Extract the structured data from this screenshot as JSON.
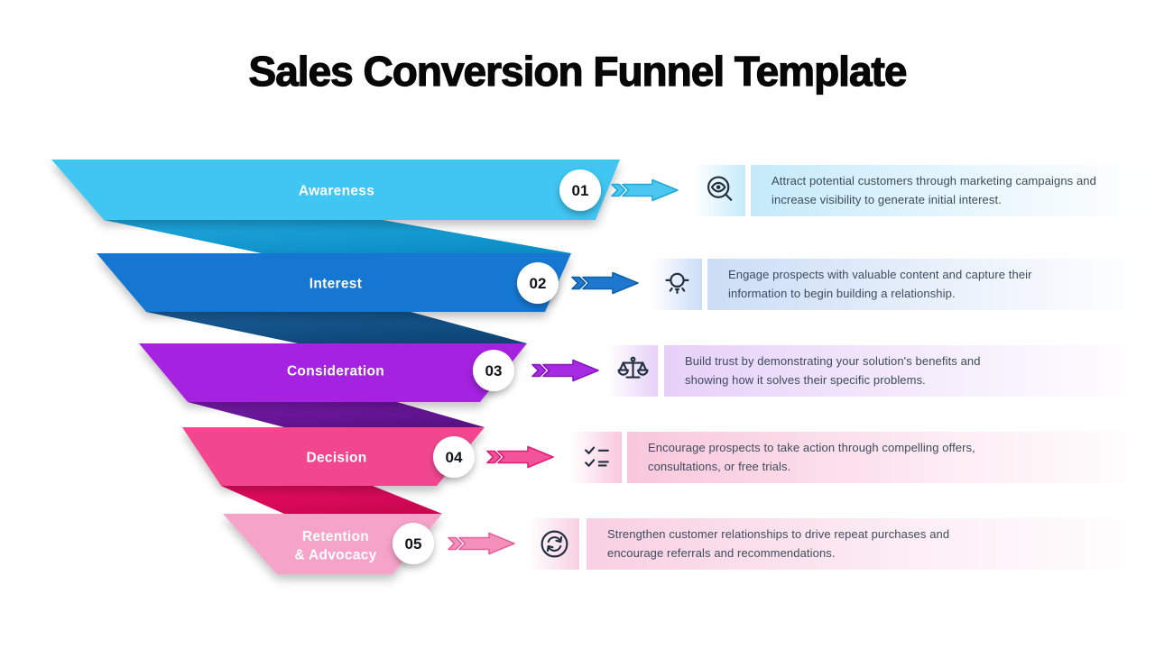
{
  "title": "Sales Conversion Funnel Template",
  "title_color": "#070707",
  "background": "#FFFFFF",
  "label_color": "#FFFFFF",
  "number_color": "#111118",
  "text_color": "#3D4B5C",
  "icon_color": "#223041",
  "stages": [
    {
      "number": "01",
      "label_lines": [
        "Awareness"
      ],
      "icon": "eye-magnifier-icon",
      "description_lines": [
        "Attract potential customers through marketing campaigns and",
        "increase visibility to generate initial interest."
      ],
      "colors": {
        "band": "#41C6F2",
        "fold_from": "#1FA9E0",
        "fold_to": "#0C8FC6",
        "arrow_fill": "#4AC6F0",
        "arrow_stroke": "#22A7DA",
        "tint": "#C5EAFA"
      }
    },
    {
      "number": "02",
      "label_lines": [
        "Interest"
      ],
      "icon": "idea-bulb-icon",
      "description_lines": [
        "Engage prospects with valuable content and capture their",
        "information to begin building a relationship."
      ],
      "colors": {
        "band": "#1377D2",
        "fold_from": "#1A5F9A",
        "fold_to": "#0D4677",
        "arrow_fill": "#1D78CE",
        "arrow_stroke": "#1260A6",
        "tint": "#CBDDF6"
      }
    },
    {
      "number": "03",
      "label_lines": [
        "Consideration"
      ],
      "icon": "balance-scale-icon",
      "description_lines": [
        "Build trust by demonstrating your solution's benefits and",
        "showing how it solves their specific problems."
      ],
      "colors": {
        "band": "#A524E0",
        "fold_from": "#7A1BAE",
        "fold_to": "#5A1186",
        "arrow_fill": "#A72BE2",
        "arrow_stroke": "#8618BA",
        "tint": "#E6D0F8"
      }
    },
    {
      "number": "04",
      "label_lines": [
        "Decision"
      ],
      "icon": "checklist-icon",
      "description_lines": [
        "Encourage prospects to take action through compelling offers,",
        "consultations, or free trials."
      ],
      "colors": {
        "band": "#F2478F",
        "fold_from": "#EC0C62",
        "fold_to": "#C9084F",
        "arrow_fill": "#F3539B",
        "arrow_stroke": "#DD2074",
        "tint": "#F9C7DC"
      }
    },
    {
      "number": "05",
      "label_lines": [
        "Retention",
        "& Advocacy"
      ],
      "icon": "refresh-cycle-icon",
      "description_lines": [
        "Strengthen customer relationships to drive repeat purchases and",
        "encourage referrals and recommendations."
      ],
      "colors": {
        "band": "#F6A3C9",
        "fold_from": null,
        "fold_to": null,
        "arrow_fill": "#F590BB",
        "arrow_stroke": "#E4639C",
        "tint": "#F9D0E3"
      }
    }
  ]
}
